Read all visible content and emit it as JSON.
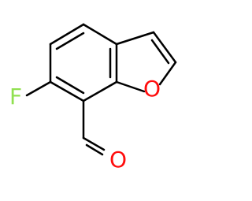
{
  "molecule": {
    "atoms": {
      "F": "F",
      "O_ring": "O",
      "O_aldehyde": "O"
    },
    "colors": {
      "bond": "#000000",
      "fluorine": "#90e050",
      "oxygen": "#ff0d0d"
    }
  }
}
